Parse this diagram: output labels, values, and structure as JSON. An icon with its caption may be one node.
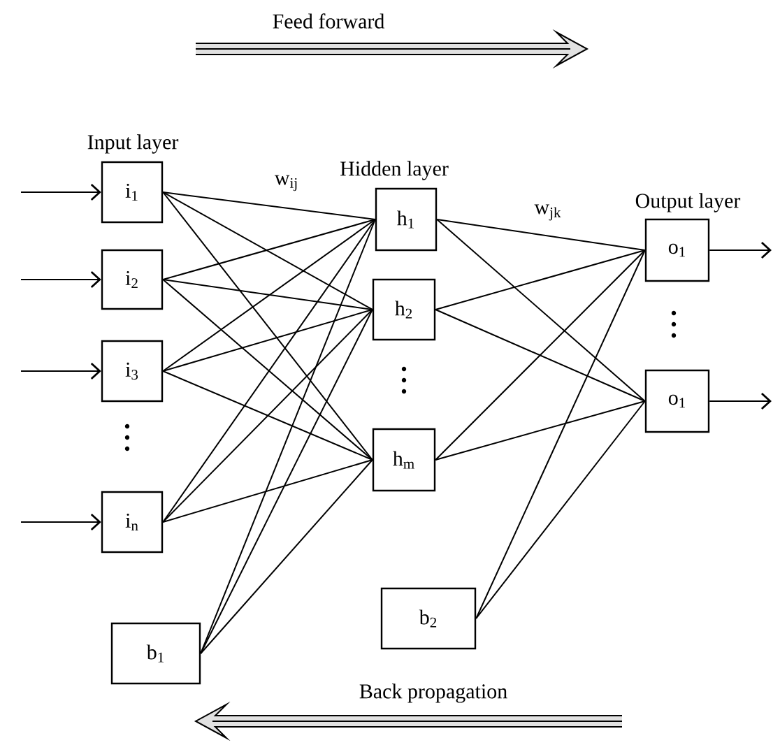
{
  "diagram": {
    "title": "Feed forward",
    "nodes": [
      {
        "text": [
          "i$_{1}$"
        ]
      },
      {
        "text": [
          "i$_{2}$"
        ]
      },
      {
        "text": [
          "i$_{3}$"
        ]
      },
      {
        "text": [
          "i$_{n}$"
        ]
      },
      {
        "text": [
          "b$_{1}$"
        ]
      },
      {
        "text": [
          "h$_{1}$"
        ]
      },
      {
        "text": [
          "h$_{2}$"
        ]
      },
      {
        "text": [
          "h$_{m}$"
        ]
      },
      {
        "text": [
          "b$_{2}$"
        ]
      },
      {
        "text": [
          "o$_{1}$"
        ]
      },
      {
        "text": [
          "o$_{1}$"
        ]
      }
    ],
    "edges": [
      {
        "from": null,
        "to": 0,
        "arrow": "to"
      },
      {
        "from": null,
        "to": 1,
        "arrow": "to"
      },
      {
        "from": null,
        "to": 2,
        "arrow": "to"
      },
      {
        "from": null,
        "to": 3,
        "arrow": "to"
      },
      {
        "from": 0,
        "to": 5,
        "arrow": "none"
      },
      {
        "from": 0,
        "to": 6,
        "arrow": "none"
      },
      {
        "from": 0,
        "to": 7,
        "arrow": "none"
      },
      {
        "from": 1,
        "to": 5,
        "arrow": "none"
      },
      {
        "from": 1,
        "to": 6,
        "arrow": "none"
      },
      {
        "from": 1,
        "to": 7,
        "arrow": "none"
      },
      {
        "from": 2,
        "to": 5,
        "arrow": "none"
      },
      {
        "from": 2,
        "to": 6,
        "arrow": "none"
      },
      {
        "from": 2,
        "to": 7,
        "arrow": "none"
      },
      {
        "from": 3,
        "to": 5,
        "arrow": "none"
      },
      {
        "from": 3,
        "to": 6,
        "arrow": "none"
      },
      {
        "from": 3,
        "to": 7,
        "arrow": "none"
      },
      {
        "from": 4,
        "to": 5,
        "arrow": "none"
      },
      {
        "from": 4,
        "to": 6,
        "arrow": "none"
      },
      {
        "from": 4,
        "to": 7,
        "arrow": "none"
      },
      {
        "from": 5,
        "to": 9,
        "arrow": "none"
      },
      {
        "from": 5,
        "to": 10,
        "arrow": "none"
      },
      {
        "from": 6,
        "to": 9,
        "arrow": "none"
      },
      {
        "from": 6,
        "to": 10,
        "arrow": "none"
      },
      {
        "from": 7,
        "to": 9,
        "arrow": "none"
      },
      {
        "from": 7,
        "to": 10,
        "arrow": "none"
      },
      {
        "from": 8,
        "to": 9,
        "arrow": "none"
      },
      {
        "from": 8,
        "to": 10,
        "arrow": "none"
      },
      {
        "from": 9,
        "to": null,
        "arrow": "to"
      },
      {
        "from": 10,
        "to": null,
        "arrow": "to"
      }
    ],
    "labels": [
      "Input layer",
      "w$_{ij}$",
      "Hidden layer",
      "w$_{jk}$",
      "Output layer",
      "Back propagation"
    ]
  }
}
